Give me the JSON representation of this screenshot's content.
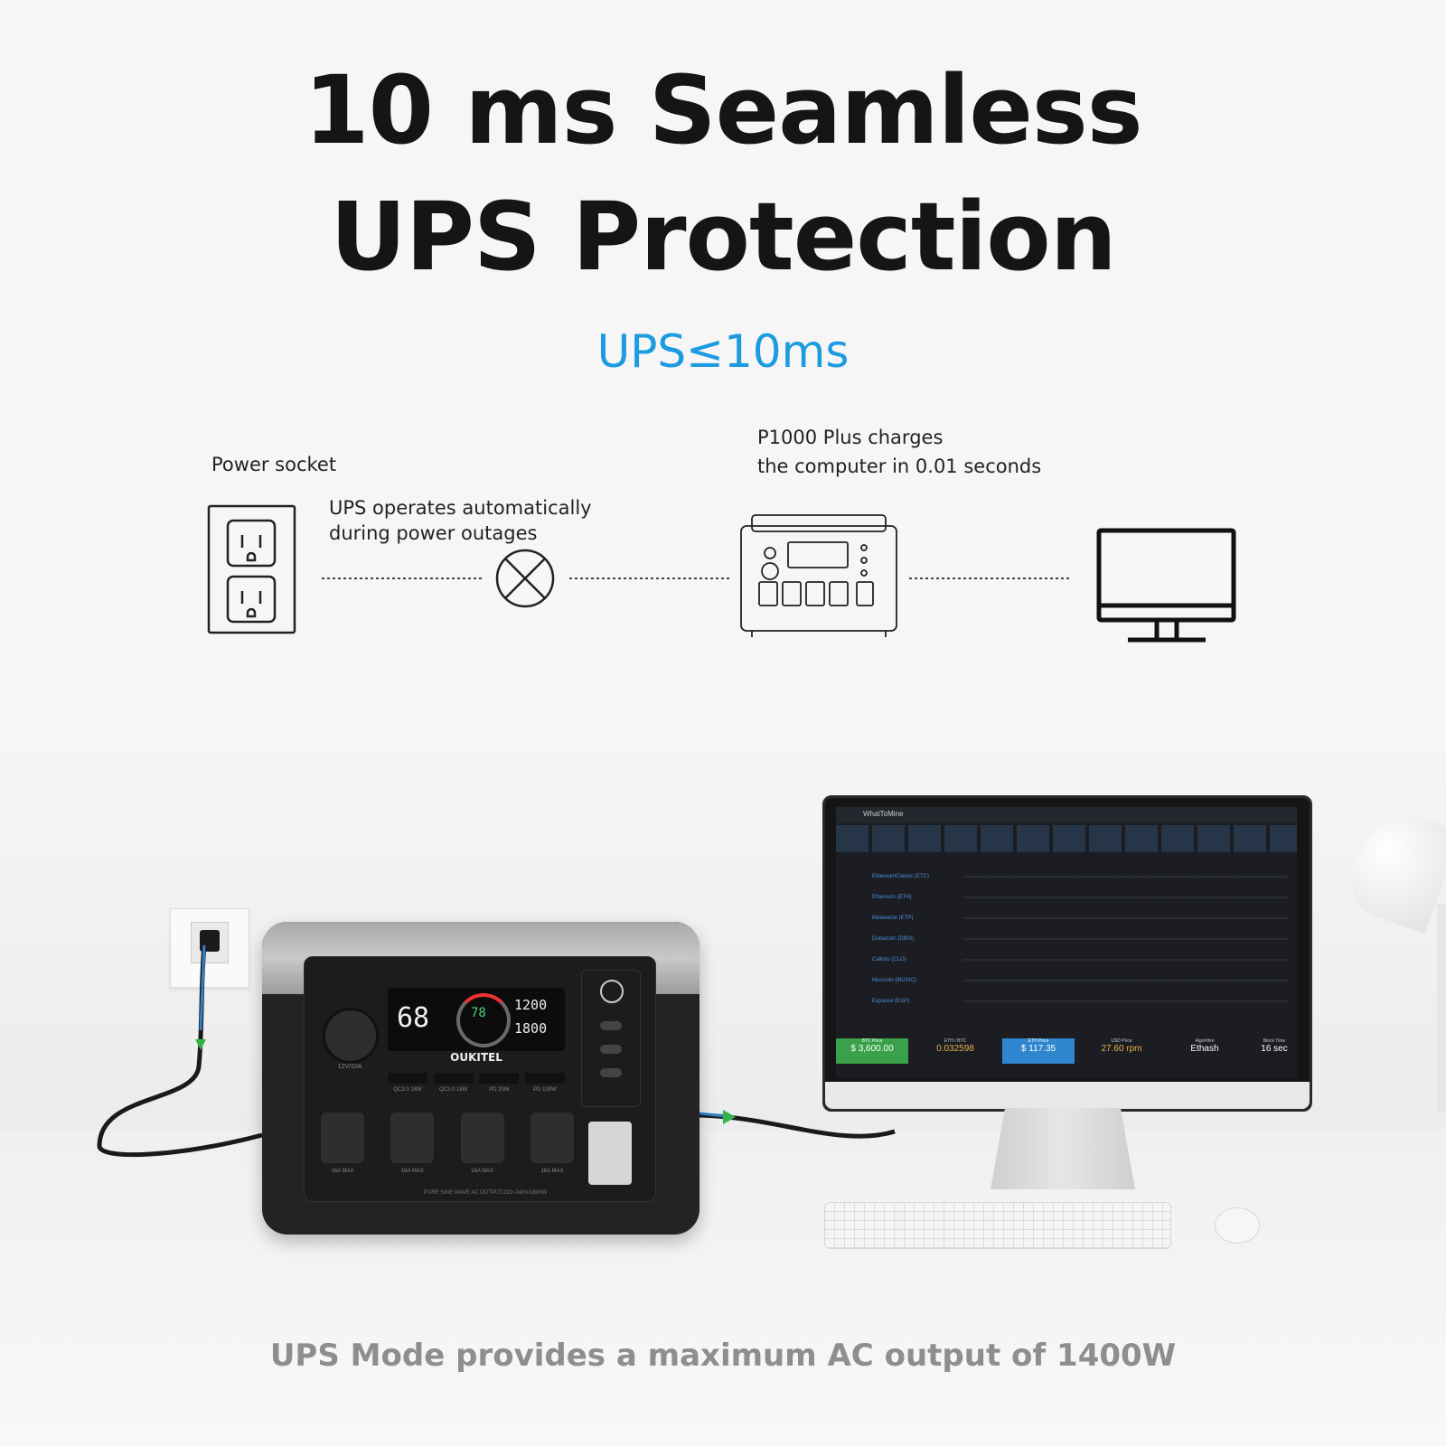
{
  "headline": {
    "line1": "10 ms Seamless",
    "line2": "UPS Protection"
  },
  "subhead": "UPS≤10ms",
  "diagram": {
    "socket_label": "Power socket",
    "outage_label_1": "UPS operates automatically",
    "outage_label_2": "during power outages",
    "charge_label_1": "P1000 Plus  charges",
    "charge_label_2": "the computer in 0.01 seconds"
  },
  "product": {
    "brand": "OUKITEL",
    "display_big": "68",
    "display_center": "78",
    "display_in": "1200",
    "display_out": "1800",
    "port_labels": [
      "QC3.0 18W",
      "QC3.0 18W",
      "PD 20W",
      "PD 100W"
    ],
    "ac_labels": [
      "16A MAX",
      "16A MAX",
      "16A MAX",
      "16A MAX"
    ],
    "footer_text": "PURE SINE WAVE    AC OUTPUT:220~240V/1800W",
    "dc_label": "12V/10A"
  },
  "monitor": {
    "app_title": "WhatToMine",
    "stats": [
      {
        "label": "BTC Price",
        "value": "$ 3,600.00",
        "color": "#3aa14a"
      },
      {
        "label": "ETH / BTC",
        "value": "0.032598",
        "color": "#151515"
      },
      {
        "label": "ETH Price",
        "value": "$ 117.35",
        "color": "#2f86cf"
      },
      {
        "label": "USD Price",
        "value": "27.60 rpm",
        "color": "#151515"
      },
      {
        "label": "Algorithm",
        "value": "Ethash",
        "color": "#151515"
      },
      {
        "label": "Block Time",
        "value": "16 sec",
        "color": "#151515"
      }
    ],
    "coins": [
      "EthereumClassic (ETC)",
      "Ethereum (ETH)",
      "Metaverse (ETP)",
      "Dubaicoin (DBIX)",
      "Callisto (CLO)",
      "Musicoin (MUSIC)",
      "Expanse (EXP)"
    ]
  },
  "bottom_caption": "UPS Mode provides a maximum AC output of 1400W",
  "colors": {
    "accent": "#1c9be0",
    "cable_arrow": "#35b24a",
    "headline": "#151515",
    "caption": "#8e8e8e"
  }
}
